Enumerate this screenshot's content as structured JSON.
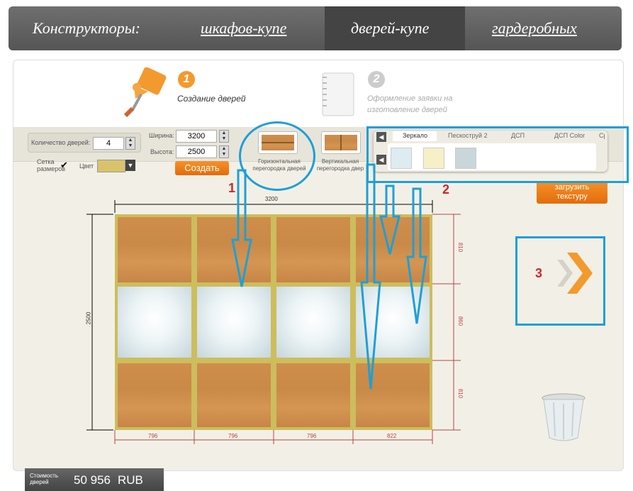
{
  "nav": {
    "label": "Конструкторы:",
    "links": [
      "шкафов-купе",
      "дверей-купе",
      "гардеробных"
    ],
    "active": 1
  },
  "steps": {
    "step1_num": "1",
    "step1_label": "Создание дверей",
    "step2_num": "2",
    "step2_label_line1": "Оформление заявки на",
    "step2_label_line2": "изготовление дверей"
  },
  "controls": {
    "doors_label": "Количество дверей:",
    "doors_value": "4",
    "width_label": "Ширина:",
    "width_value": "3200",
    "height_label": "Высота:",
    "height_value": "2500",
    "grid_label_line1": "Сетка",
    "grid_label_line2": "размеров",
    "grid_checked": true,
    "color_label": "Цвет",
    "create_button": "Создать"
  },
  "partitions": {
    "horizontal_line1": "Горизонтальная",
    "horizontal_line2": "перегородка дверей",
    "vertical_line1": "Вертикальная",
    "vertical_line2": "перегородка двер"
  },
  "materials": {
    "tabs": [
      "Зеркало",
      "Пескоструй 2",
      "ДСП",
      "ДСП Color",
      "Ср"
    ],
    "active_tab": 0
  },
  "upload_button": {
    "line1": "загрузить",
    "line2": "текстуру"
  },
  "dimensions": {
    "top": "3200",
    "left": "2500",
    "right": [
      "810",
      "860",
      "810"
    ],
    "bottom": [
      "796",
      "796",
      "796",
      "822"
    ]
  },
  "annotations": {
    "one": "1",
    "two": "2",
    "three": "3"
  },
  "cost": {
    "label_line1": "Стоимость",
    "label_line2": "дверей",
    "value": "50 956",
    "currency": "RUB"
  },
  "colors": {
    "accent": "#f39a2e",
    "highlight": "#1f9fd6",
    "annot": "#d0262c"
  }
}
